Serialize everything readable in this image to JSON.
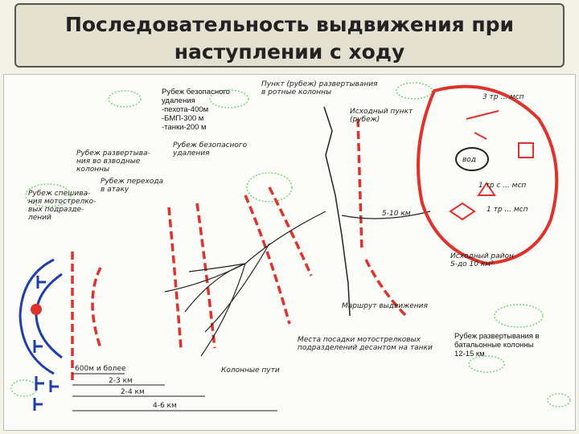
{
  "title": "Последовательность выдвижения при\nнаступлении с ходу",
  "notes": {
    "safe_line": "Рубеж безопасного\nудаления\n-пехота-400м\n-БМП-300 м\n-танки-200 м",
    "battalion_line": "Рубеж развертывания в\nбатальонные колонны\n12-15 км"
  },
  "hand_labels": {
    "deploy_point": "Пункт (рубеж) развертывания\nв ротные колонны",
    "start_point": "Исходный пункт\n(рубеж)",
    "deploy_platoon": "Рубеж развертыва-\nния во взводные\nколонны",
    "safe_line": "Рубеж безопасного\nудаления",
    "transition": "Рубеж перехода\nв атаку",
    "dismount": "Рубеж спешива-\nния мотострелко-\nвых подразде-\nлений",
    "distance_5_10": "5-10 км",
    "start_area": "Исходный район\nS-до 10 км²",
    "route": "Маршрут выдвижения",
    "landing": "Места посадки мотострелковых\nподразделений десантом на танки",
    "column_paths": "Колонные пути",
    "company_3": "3 тр ... мсп",
    "company_1": "1 тр с ... мсп",
    "company_2": "1 тр ... мсп",
    "vo": "вод"
  },
  "distances": [
    "600м и более",
    "2-3 км",
    "2-4 км",
    "4-6 км"
  ],
  "colors": {
    "friendly": "#e0322c",
    "enemy": "#1f3fae",
    "vegetation": "#6bcf6b",
    "ink": "#222222"
  }
}
